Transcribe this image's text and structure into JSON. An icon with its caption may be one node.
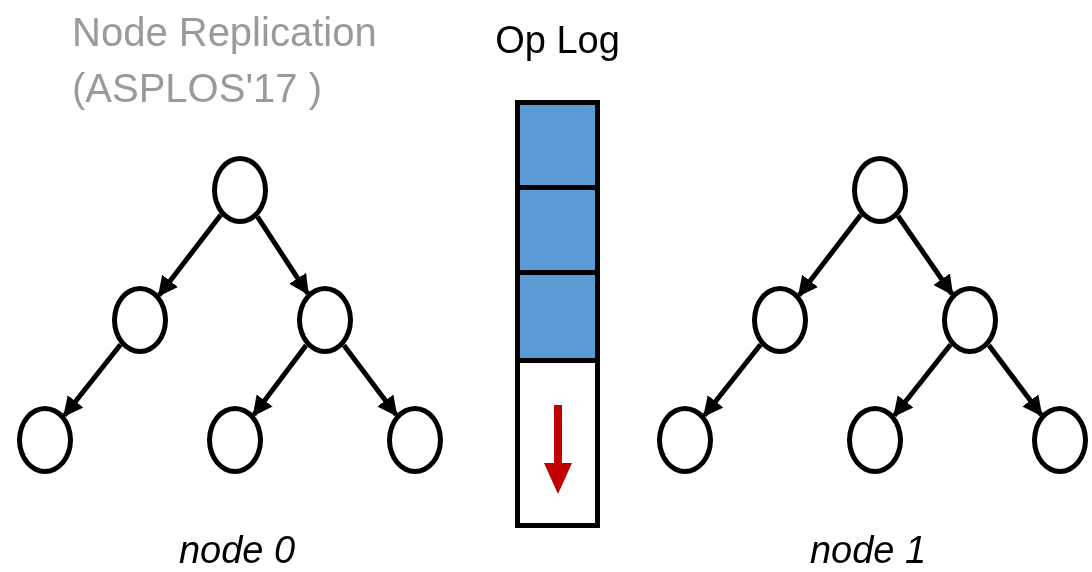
{
  "diagram": {
    "title": "Node Replication (ASPLOS'17 )",
    "nodes": [
      {
        "text": [
          "Op Log"
        ]
      },
      {
        "text": [],
        "shape": "box",
        "in": 0
      },
      {
        "text": [],
        "shape": "box",
        "in": 0
      },
      {
        "text": [],
        "shape": "box",
        "in": 0
      },
      {
        "text": [],
        "shape": "box",
        "in": 0
      },
      {
        "text": [],
        "shape": "circle"
      },
      {
        "text": [],
        "shape": "circle"
      },
      {
        "text": [],
        "shape": "circle"
      },
      {
        "text": [],
        "shape": "circle"
      },
      {
        "text": [],
        "shape": "circle"
      },
      {
        "text": [],
        "shape": "circle"
      },
      {
        "text": [],
        "shape": "circle"
      },
      {
        "text": [],
        "shape": "circle"
      },
      {
        "text": [],
        "shape": "circle"
      },
      {
        "text": [],
        "shape": "circle"
      },
      {
        "text": [],
        "shape": "circle"
      },
      {
        "text": [],
        "shape": "circle"
      }
    ],
    "edges": [
      {
        "from": 5,
        "to": 6,
        "arrow": "to"
      },
      {
        "from": 5,
        "to": 7,
        "arrow": "to"
      },
      {
        "from": 6,
        "to": 8,
        "arrow": "to"
      },
      {
        "from": 7,
        "to": 9,
        "arrow": "to"
      },
      {
        "from": 7,
        "to": 10,
        "arrow": "to"
      },
      {
        "from": 11,
        "to": 12,
        "arrow": "to"
      },
      {
        "from": 11,
        "to": 13,
        "arrow": "to"
      },
      {
        "from": 12,
        "to": 14,
        "arrow": "to"
      },
      {
        "from": 13,
        "to": 15,
        "arrow": "to"
      },
      {
        "from": 13,
        "to": 16,
        "arrow": "to"
      }
    ],
    "labels": [
      "node 0",
      "node 1"
    ]
  }
}
